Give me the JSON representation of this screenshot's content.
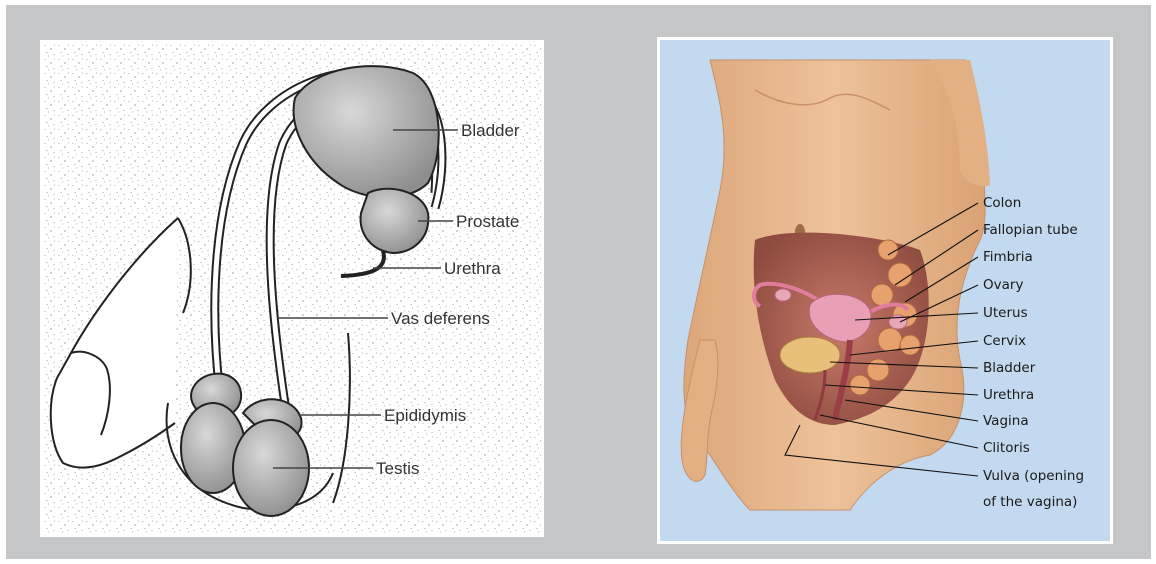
{
  "male_diagram": {
    "labels": {
      "bladder": "Bladder",
      "prostate": "Prostate",
      "urethra": "Urethra",
      "vas_deferens": "Vas deferens",
      "epididymis": "Epididymis",
      "testis": "Testis"
    }
  },
  "female_diagram": {
    "labels": {
      "colon": "Colon",
      "fallopian_tube": "Fallopian tube",
      "fimbria": "Fimbria",
      "ovary": "Ovary",
      "uterus": "Uterus",
      "cervix": "Cervix",
      "bladder": "Bladder",
      "urethra": "Urethra",
      "vagina": "Vagina",
      "clitoris": "Clitoris",
      "vulva_line1": "Vulva (opening",
      "vulva_line2": "of the vagina)"
    }
  },
  "colors": {
    "background_gray": "#c5c6c8",
    "female_bg_blue": "#c3d9ef",
    "skin": "#e9b98b",
    "organ_pink": "#e9a0b6"
  }
}
